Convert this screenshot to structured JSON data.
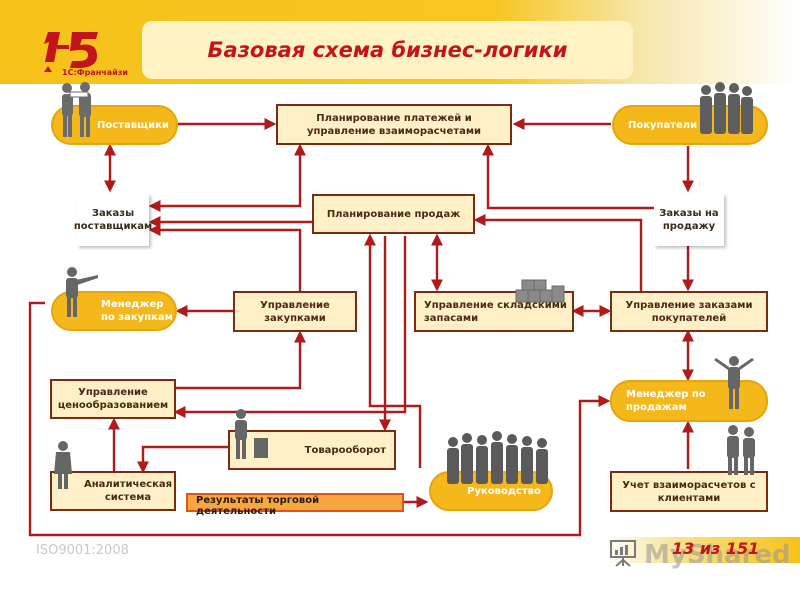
{
  "header": {
    "title": "Базовая схема бизнес-логики",
    "logo_text": "1С:Франчайзи"
  },
  "nodes": {
    "suppliers": "Поставщики",
    "buyers": "Покупатели",
    "payments_planning": "Планирование платежей и управление взаиморасчетами",
    "sales_planning": "Планирование продаж",
    "supplier_orders": "Заказы поставщикам",
    "sales_orders": "Заказы на продажу",
    "purchase_manager": "Менеджер по закупкам",
    "purchase_management": "Управление закупками",
    "warehouse_management": "Управление складскими запасами",
    "customer_orders_management": "Управление заказами покупателей",
    "pricing_management": "Управление ценообразованием",
    "sales_manager": "Менеджер по продажам",
    "turnover": "Товарооборот",
    "analytics": "Аналитическая система",
    "management": "Руководство",
    "trade_results": "Результаты торговой деятельности",
    "customer_settlements": "Учет взаиморасчетов с клиентами"
  },
  "footer": {
    "standard": "ISO9001:2008",
    "page": "13 из 151",
    "watermark": "MyShared"
  },
  "colors": {
    "accent": "#c2151b",
    "box_fill": "#fff0c8",
    "box_border": "#7a2c10",
    "pill_fill": "#f5b81a",
    "banner": "#f6c21a"
  }
}
